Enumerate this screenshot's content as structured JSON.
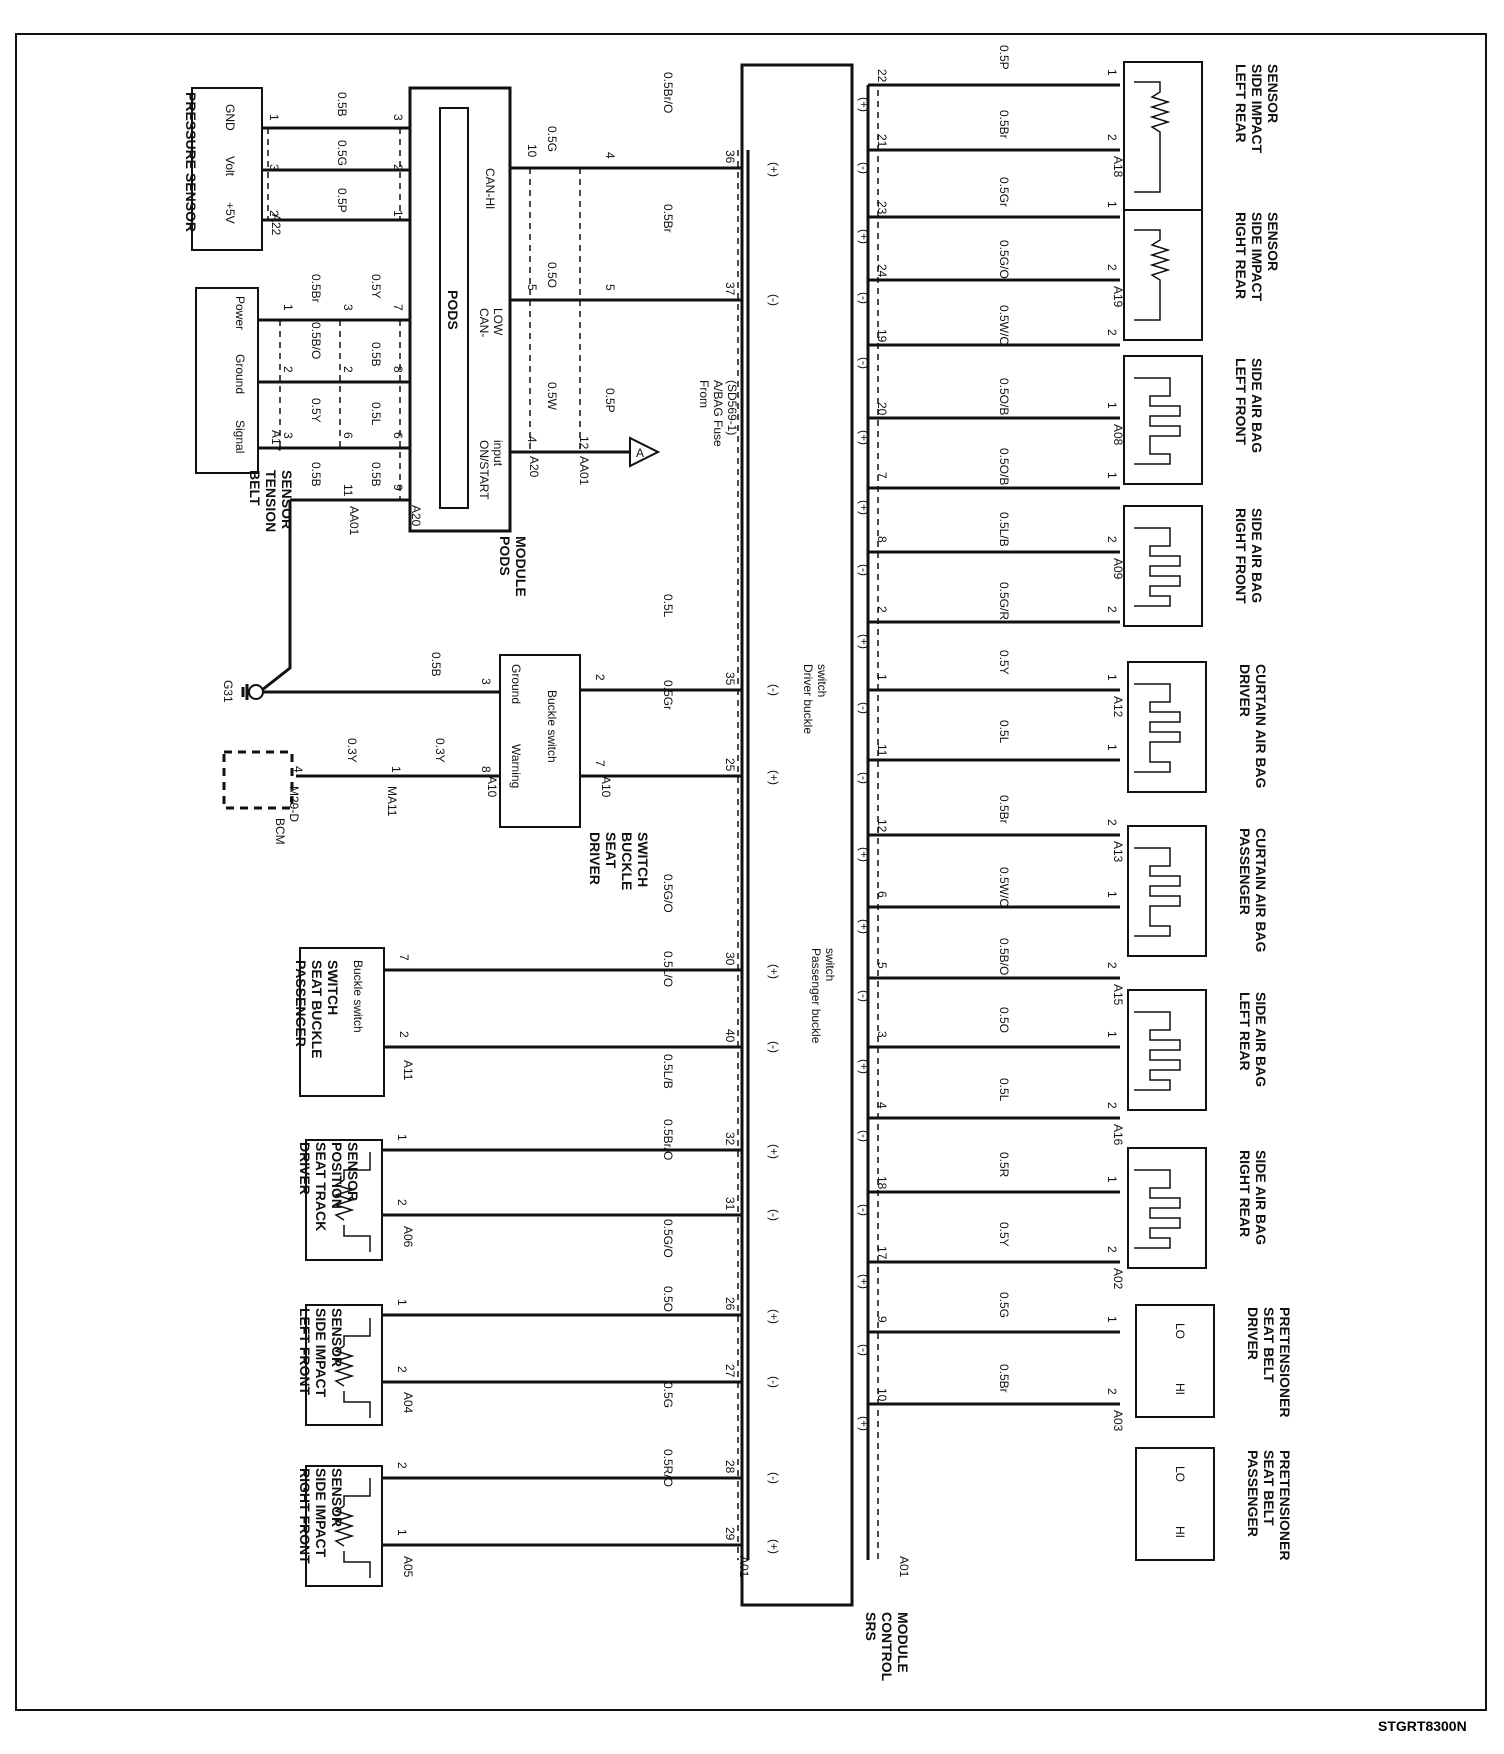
{
  "pressure_sensor": {
    "title": "PRESSURE SENSOR",
    "pin_labels": [
      "GND",
      "Volt",
      "+5V"
    ],
    "connector": "A22"
  },
  "belt_tension_sensor": {
    "title_lines": [
      "BELT",
      "TENSION",
      "SENSOR"
    ],
    "pin_labels": [
      "Power",
      "Ground",
      "Signal"
    ],
    "connector": "A17"
  },
  "pods_module": {
    "title_lines": [
      "PODS",
      "MODULE"
    ],
    "inner_label": "PODS",
    "signals": [
      "CAN-HI",
      "CAN-",
      "LOW",
      "ON/START",
      "input"
    ],
    "connector": "A20",
    "aa01": "AA01",
    "g31": "G31"
  },
  "fuse": {
    "symbol": "A",
    "lines": [
      "From",
      "A/BAG Fuse",
      "(SD569-1)"
    ],
    "wire": "0.5P",
    "pin": "12",
    "connector": "AA01"
  },
  "driver_buckle": {
    "title_lines": [
      "DRIVER",
      "SEAT",
      "BUCKLE",
      "SWITCH"
    ],
    "labels": [
      "Ground",
      "Buckle switch",
      "Warning"
    ],
    "connector": "A10",
    "switch_note": [
      "Driver buckle",
      "switch"
    ],
    "bcm_connector": "M29-D",
    "bcm": "BCM",
    "ma11": "MA11"
  },
  "passenger_buckle": {
    "title_lines": [
      "PASSENGER",
      "SEAT BUCKLE",
      "SWITCH"
    ],
    "label": "Buckle switch",
    "connector": "A11",
    "switch_note": [
      "Passenger buckle",
      "switch"
    ]
  },
  "seat_track": {
    "title_lines": [
      "DRIVER",
      "SEAT TRACK",
      "POSITION",
      "SENSOR"
    ],
    "connector": "A06"
  },
  "left_front_side_impact": {
    "title_lines": [
      "LEFT FRONT",
      "SIDE IMPACT",
      "SENSOR"
    ],
    "connector": "A04"
  },
  "right_front_side_impact": {
    "title_lines": [
      "RIGHT FRONT",
      "SIDE IMPACT",
      "SENSOR"
    ],
    "connector": "A05"
  },
  "srs_module": {
    "title_lines": [
      "SRS",
      "CONTROL",
      "MODULE"
    ],
    "connector": "A01"
  },
  "right_components": [
    {
      "title_lines": [
        "LEFT REAR",
        "SIDE IMPACT",
        "SENSOR"
      ],
      "connector": "A18"
    },
    {
      "title_lines": [
        "RIGHT REAR",
        "SIDE IMPACT",
        "SENSOR"
      ],
      "connector": "A19"
    },
    {
      "title_lines": [
        "LEFT FRONT",
        "SIDE AIR BAG"
      ],
      "connector": "A08"
    },
    {
      "title_lines": [
        "RIGHT FRONT",
        "SIDE AIR BAG"
      ],
      "connector": "A09"
    },
    {
      "title_lines": [
        "DRIVER",
        "CURTAIN AIR BAG"
      ],
      "connector": "A12"
    },
    {
      "title_lines": [
        "PASSENGER",
        "CURTAIN AIR BAG"
      ],
      "connector": "A13"
    },
    {
      "title_lines": [
        "LEFT REAR",
        "SIDE AIR BAG"
      ],
      "connector": "A15"
    },
    {
      "title_lines": [
        "RIGHT REAR",
        "SIDE AIR BAG"
      ],
      "connector": "A16"
    },
    {
      "title_lines": [
        "DRIVER",
        "SEAT BELT",
        "PRETENSIONER"
      ],
      "connector": "A02"
    },
    {
      "title_lines": [
        "PASSENGER",
        "SEAT BELT",
        "PRETENSIONER"
      ],
      "connector": "A03"
    }
  ],
  "right_wires": [
    {
      "pin": "22",
      "pol": "(+)",
      "wire": "0.5P",
      "cpin": "1"
    },
    {
      "pin": "21",
      "pol": "(-)",
      "wire": "0.5Br",
      "cpin": "2"
    },
    {
      "pin": "23",
      "pol": "(+)",
      "wire": "0.5Gr",
      "cpin": "1"
    },
    {
      "pin": "24",
      "pol": "(-)",
      "wire": "0.5G/O",
      "cpin": "2"
    },
    {
      "pin": "19",
      "pol": "(-)",
      "wire": "0.5W/O",
      "cpin": "2"
    },
    {
      "pin": "20",
      "pol": "(+)",
      "wire": "0.5O/B",
      "cpin": "1"
    },
    {
      "pin": "7",
      "pol": "(+)",
      "wire": "0.5O/B",
      "cpin": "1"
    },
    {
      "pin": "8",
      "pol": "(-)",
      "wire": "0.5L/B",
      "cpin": "2"
    },
    {
      "pin": "2",
      "pol": "(+)",
      "wire": "0.5G/R",
      "cpin": "2"
    },
    {
      "pin": "1",
      "pol": "(-)",
      "wire": "0.5Y",
      "cpin": "1"
    },
    {
      "pin": "11",
      "pol": "(-)",
      "wire": "0.5L",
      "cpin": "1"
    },
    {
      "pin": "12",
      "pol": "(+)",
      "wire": "0.5Br",
      "cpin": "2"
    },
    {
      "pin": "6",
      "pol": "(+)",
      "wire": "0.5W/O",
      "cpin": "1"
    },
    {
      "pin": "5",
      "pol": "(-)",
      "wire": "0.5B/O",
      "cpin": "2"
    },
    {
      "pin": "3",
      "pol": "(+)",
      "wire": "0.5O",
      "cpin": "1"
    },
    {
      "pin": "4",
      "pol": "(-)",
      "wire": "0.5L",
      "cpin": "2"
    },
    {
      "pin": "18",
      "pol": "(-)",
      "wire": "0.5R",
      "cpin": "1"
    },
    {
      "pin": "17",
      "pol": "(+)",
      "wire": "0.5Y",
      "cpin": "2"
    },
    {
      "pin": "9",
      "pol": "(-)",
      "wire": "0.5G",
      "cpin": "1"
    },
    {
      "pin": "10",
      "pol": "(+)",
      "wire": "0.5Br",
      "cpin": "2"
    }
  ],
  "left_wires": [
    {
      "pin": "36",
      "pol": "(+)",
      "wire": "0.5Br/O",
      "cpin": "4"
    },
    {
      "pin": "37",
      "pol": "(-)",
      "wire": "0.5Br",
      "cpin": "5"
    },
    {
      "pin": "35",
      "pol": "(-)",
      "wire": "0.5L",
      "cpin": "2"
    },
    {
      "pin": "25",
      "pol": "(+)",
      "wire": "0.5Gr",
      "cpin": "7"
    },
    {
      "pin": "30",
      "pol": "(+)",
      "wire": "0.5G/O",
      "cpin": "7"
    },
    {
      "pin": "40",
      "pol": "(-)",
      "wire": "0.5L/O",
      "cpin": "2"
    },
    {
      "pin": "32",
      "pol": "(+)",
      "wire": "0.5L/B",
      "cpin": "1"
    },
    {
      "pin": "31",
      "pol": "(-)",
      "wire": "0.5Br/O",
      "cpin": "2"
    },
    {
      "pin": "26",
      "pol": "(+)",
      "wire": "0.5G/O",
      "cpin": "1"
    },
    {
      "pin": "27",
      "pol": "(-)",
      "wire": "0.5O",
      "cpin": "2"
    },
    {
      "pin": "28",
      "pol": "(-)",
      "wire": "0.5G",
      "cpin": "2"
    },
    {
      "pin": "29",
      "pol": "(+)",
      "wire": "0.5R/O",
      "cpin": "1"
    }
  ],
  "pods_wires": {
    "pressure": [
      {
        "pin": "1",
        "wire": "0.5B",
        "mpin": "3"
      },
      {
        "pin": "3",
        "wire": "0.5G",
        "mpin": "2"
      },
      {
        "pin": "2",
        "wire": "0.5P",
        "mpin": "1"
      }
    ],
    "belt": [
      {
        "pin": "1",
        "w1": "0.5Br",
        "mid": "3",
        "w2": "0.5Y",
        "mpin": "7"
      },
      {
        "pin": "2",
        "w1": "0.5B/O",
        "mid": "2",
        "w2": "0.5B",
        "mpin": "8"
      },
      {
        "pin": "3",
        "w1": "0.5Y",
        "mid": "6",
        "w2": "0.5L",
        "mpin": "6"
      }
    ],
    "can_hi": {
      "mpin": "10",
      "w1": "0.5G"
    },
    "can_low": {
      "mpin": "5",
      "w1": "0.5O"
    },
    "on_start": {
      "mpin": "4",
      "w1": "0.5W"
    },
    "ground": {
      "mpin": "9",
      "w1": "0.5B",
      "mid": "11",
      "w2": "0.5B"
    },
    "ground_g31": "0.5B",
    "warning": {
      "w1": "0.3Y",
      "mid": "1",
      "w2": "0.3Y",
      "bpin": "4",
      "dpin": "8"
    },
    "ground_pin": "3"
  },
  "diagram_code": "STGRT8300N"
}
